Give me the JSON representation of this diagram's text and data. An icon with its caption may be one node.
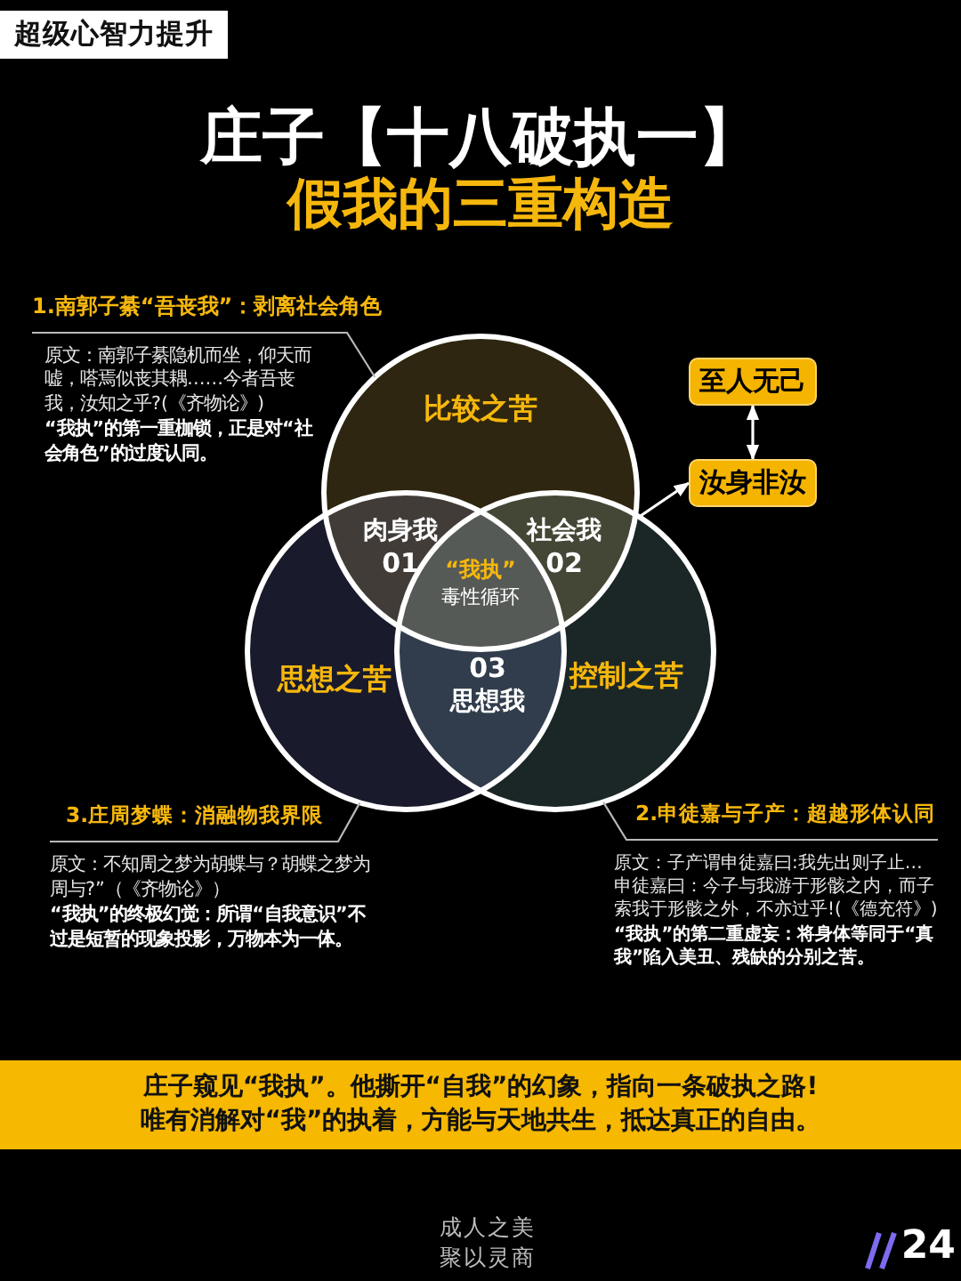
{
  "diagram": {
    "title": "庄子【十八破执一】",
    "nodes": [
      {
        "text": [
          "1.南郭子綦“吾丧我”：剥离社会角色",
          "原文：南郭子綦隐机而坐，仰天而嘘，嗒焉似丧其耦……今者吾丧我，汝知之乎?(《齐物论》)",
          "“我执”的第一重枷锁，正是对“社会角色”的过度认同。"
        ]
      },
      {
        "text": [
          "比较之苦"
        ]
      },
      {
        "text": [
          "至人无己"
        ]
      },
      {
        "text": [
          "汝身非汝"
        ]
      },
      {
        "text": [
          "思想之苦"
        ]
      },
      {
        "text": [
          "控制之苦"
        ]
      },
      {
        "text": [
          "肉身我",
          "01"
        ]
      },
      {
        "text": [
          "社会我",
          "02"
        ]
      },
      {
        "text": [
          "“我执”",
          "毒性循环"
        ]
      },
      {
        "text": [
          "03",
          "思想我"
        ]
      },
      {
        "text": [
          "3.庄周梦蝶：消融物我界限",
          "原文：不知周之梦为胡蝶与？胡蝶之梦为周与?”（《齐物论》）",
          "“我执”的终极幻觉：所谓“自我意识”不过是短暂的现象投影，万物本为一体。"
        ]
      },
      {
        "text": [
          "2.申徒嘉与子产：超越形体认同",
          "原文：子产谓申徒嘉曰:我先出则子止…申徒嘉曰：今子与我游于形骸之内，而子索我于形骸之外，不亦过乎!(《德充符》)",
          "“我执”的第二重虚妄：将身体等同于“真我”陷入美丑、残缺的分别之苦。"
        ]
      },
      {
        "text": [
          "庄子窥见“我执”。他撕开“自我”的幻象，指向一条破执之路!",
          "唯有消解对“我”的执着，方能与天地共生，抵达真正的自由。"
        ]
      }
    ],
    "edges": [
      {
        "from": 0,
        "to": 1,
        "arrow": "none"
      },
      {
        "from": 2,
        "to": 3,
        "arrow": "both",
        "color": "#ffffff"
      },
      {
        "from": 1,
        "to": 3,
        "arrow": "to",
        "color": "#ffffff"
      },
      {
        "from": 10,
        "to": 4,
        "arrow": "none"
      },
      {
        "from": 11,
        "to": 5,
        "arrow": "none"
      }
    ],
    "labels": [
      "超级心智力提升",
      "假我的三重构造",
      "成人之美",
      "聚以灵商",
      "24"
    ]
  }
}
